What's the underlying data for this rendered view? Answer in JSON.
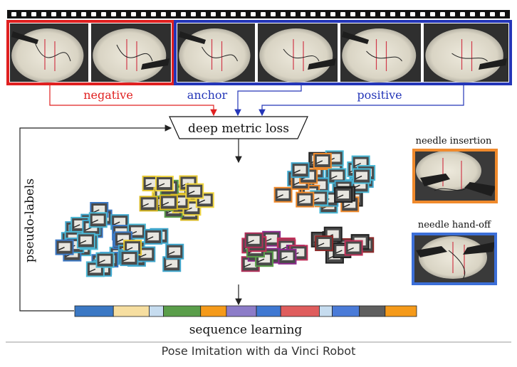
{
  "labels": {
    "negative": "negative",
    "anchor": "anchor",
    "positive": "positive",
    "loss": "deep metric loss",
    "pseudo_labels": "pseudo-labels",
    "sequence_learning": "sequence learning",
    "needle_insertion": "needle insertion",
    "needle_handoff": "needle hand-off"
  },
  "caption": "Pose Imitation with da Vinci Robot",
  "colors": {
    "negative": "#e02020",
    "anchor": "#2436b8",
    "positive": "#2436b8",
    "needle_insertion": "#f08a2c",
    "needle_handoff": "#3c6fd8"
  },
  "sequence_segments": [
    {
      "color": "#3b78c4",
      "weight": 54
    },
    {
      "color": "#f6dea0",
      "weight": 50
    },
    {
      "color": "#c6dcef",
      "weight": 20
    },
    {
      "color": "#5a9e4a",
      "weight": 52
    },
    {
      "color": "#f59a1a",
      "weight": 36
    },
    {
      "color": "#8c7cc8",
      "weight": 42
    },
    {
      "color": "#3f78d2",
      "weight": 34
    },
    {
      "color": "#df5d5d",
      "weight": 54
    },
    {
      "color": "#c6dcef",
      "weight": 18
    },
    {
      "color": "#4a7bd8",
      "weight": 38
    },
    {
      "color": "#5f5f5f",
      "weight": 36
    },
    {
      "color": "#f59a1a",
      "weight": 44
    }
  ]
}
